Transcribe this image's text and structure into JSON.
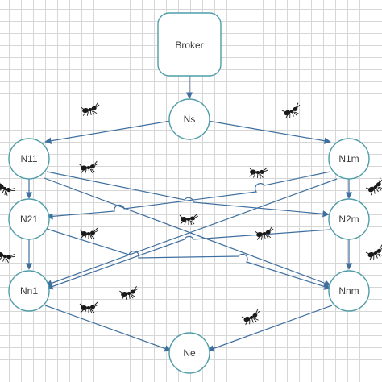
{
  "diagram": {
    "nodes": {
      "broker": "Broker",
      "ns": "Ns",
      "n11": "N11",
      "n1m": "N1m",
      "n21": "N21",
      "n2m": "N2m",
      "nn1": "Nn1",
      "nnm": "Nnm",
      "ne": "Ne"
    },
    "colors": {
      "node_stroke": "#4f9da8",
      "edge": "#3f6f9f",
      "grid": "#d6d6d6",
      "ant": "#1a1a1a"
    },
    "icons": [
      "ant-icon"
    ]
  }
}
